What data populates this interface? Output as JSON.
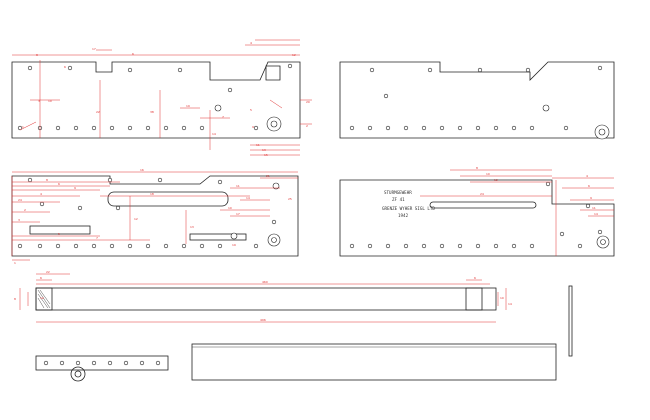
{
  "sheet": {
    "background": "#ffffff",
    "outline_color": "#222222",
    "dimension_color": "#e03030"
  },
  "inscription": {
    "line1": "STURMGEWEHR",
    "line2": "ZF 41",
    "line3": "GRENZE WYHER SIGL LTD",
    "line4": "1942"
  }
}
